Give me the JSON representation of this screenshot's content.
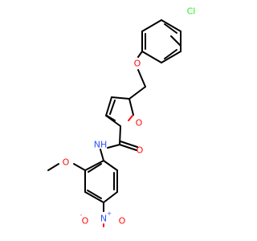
{
  "molecule": {
    "atoms": {
      "cl": "Cl",
      "o_ether": "O",
      "o_furan": "O",
      "o_carbonyl": "O",
      "nh": "NH",
      "o_methoxy": "O",
      "n_nitro": "N",
      "n_charge": "+",
      "o_nitro_left": "O",
      "o_nitro_left_charge": "-",
      "o_nitro_right": "O"
    },
    "colors": {
      "carbon_bond": "#000000",
      "oxygen": "#ff0d0d",
      "nitrogen": "#3050f8",
      "chlorine": "#1ff01f"
    }
  }
}
